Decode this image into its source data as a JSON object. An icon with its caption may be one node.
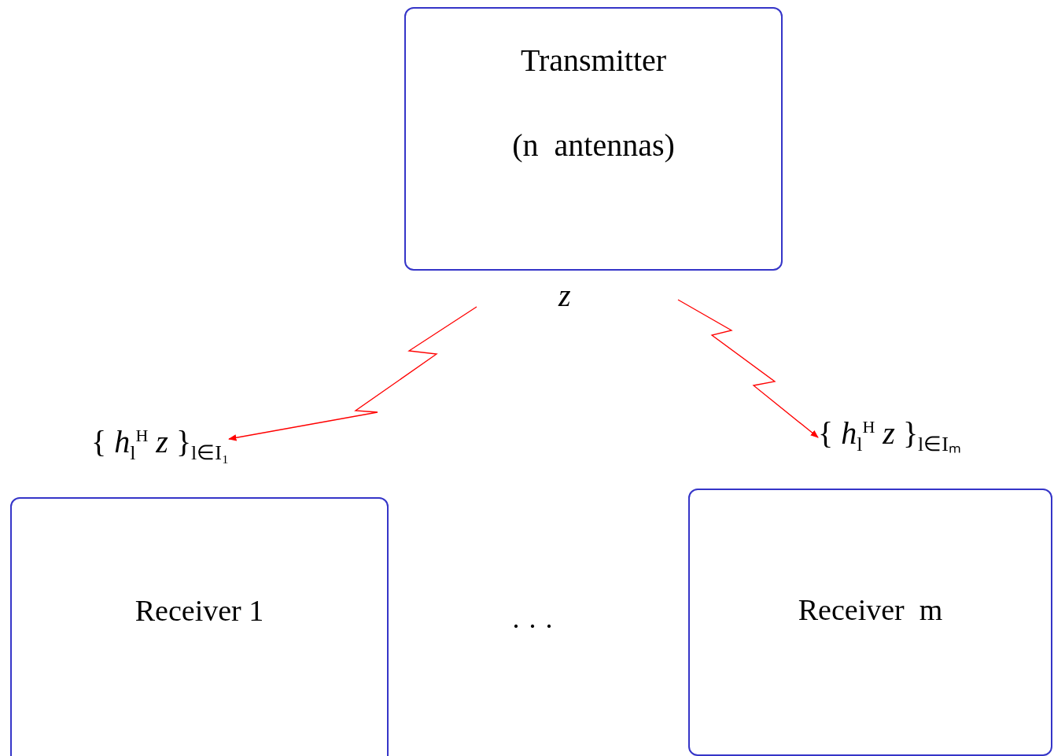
{
  "diagram": {
    "nodes": [
      {
        "text": [
          "Transmitter",
          "(n  antennas)"
        ]
      },
      {
        "text": [
          "{ *h*$_{l}$$^{H}$ *z* }$_{l∈I₁}$"
        ]
      },
      {
        "text": [
          "{ *h*$_{l}$$^{H}$ *z* }$_{l∈Iₘ}$"
        ]
      },
      {
        "text": [
          "Receiver 1"
        ]
      },
      {
        "text": [
          "Receiver  m"
        ]
      }
    ],
    "edges": [
      {
        "from": null,
        "to": 1,
        "arrow": "to",
        "color": "#ff0000"
      },
      {
        "from": null,
        "to": 2,
        "arrow": "to",
        "color": "#ff0000"
      }
    ],
    "labels": [
      "z",
      "· · ·"
    ]
  }
}
